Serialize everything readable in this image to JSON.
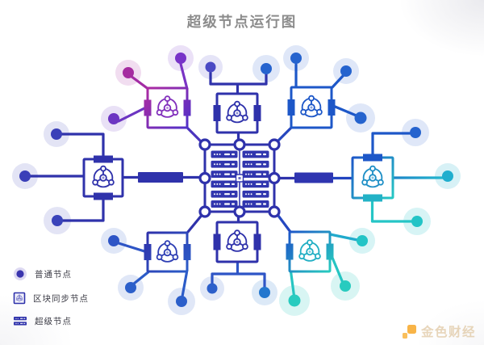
{
  "page": {
    "title": "超级节点运行图",
    "title_color": "#8C8C8C"
  },
  "legend": {
    "items": [
      {
        "label": "普通节点",
        "icon": "ordinary-node-icon",
        "color": "#3A35AE"
      },
      {
        "label": "区块同步节点",
        "icon": "block-sync-node-icon",
        "color": "#2F32AB"
      },
      {
        "label": "超级节点",
        "icon": "super-node-icon",
        "color": "#2F32AB"
      }
    ]
  },
  "watermark": {
    "text": "金色财经",
    "icon": "jinse-logo-icon",
    "color": "#F7A728"
  },
  "diagram": {
    "center_node_type": "超级节点",
    "node_counts": {
      "super": 1,
      "block_sync": 8,
      "ordinary": 22
    },
    "palette": {
      "indigo": "#2F32AB",
      "blue": "#1D57C8",
      "purple": "#7833C8",
      "magenta": "#A52CA0",
      "teal": "#23C4C6",
      "halo_lavender": "#E2E0F5",
      "halo_blue": "#D8E5F8",
      "halo_teal": "#D9F4F2"
    }
  }
}
